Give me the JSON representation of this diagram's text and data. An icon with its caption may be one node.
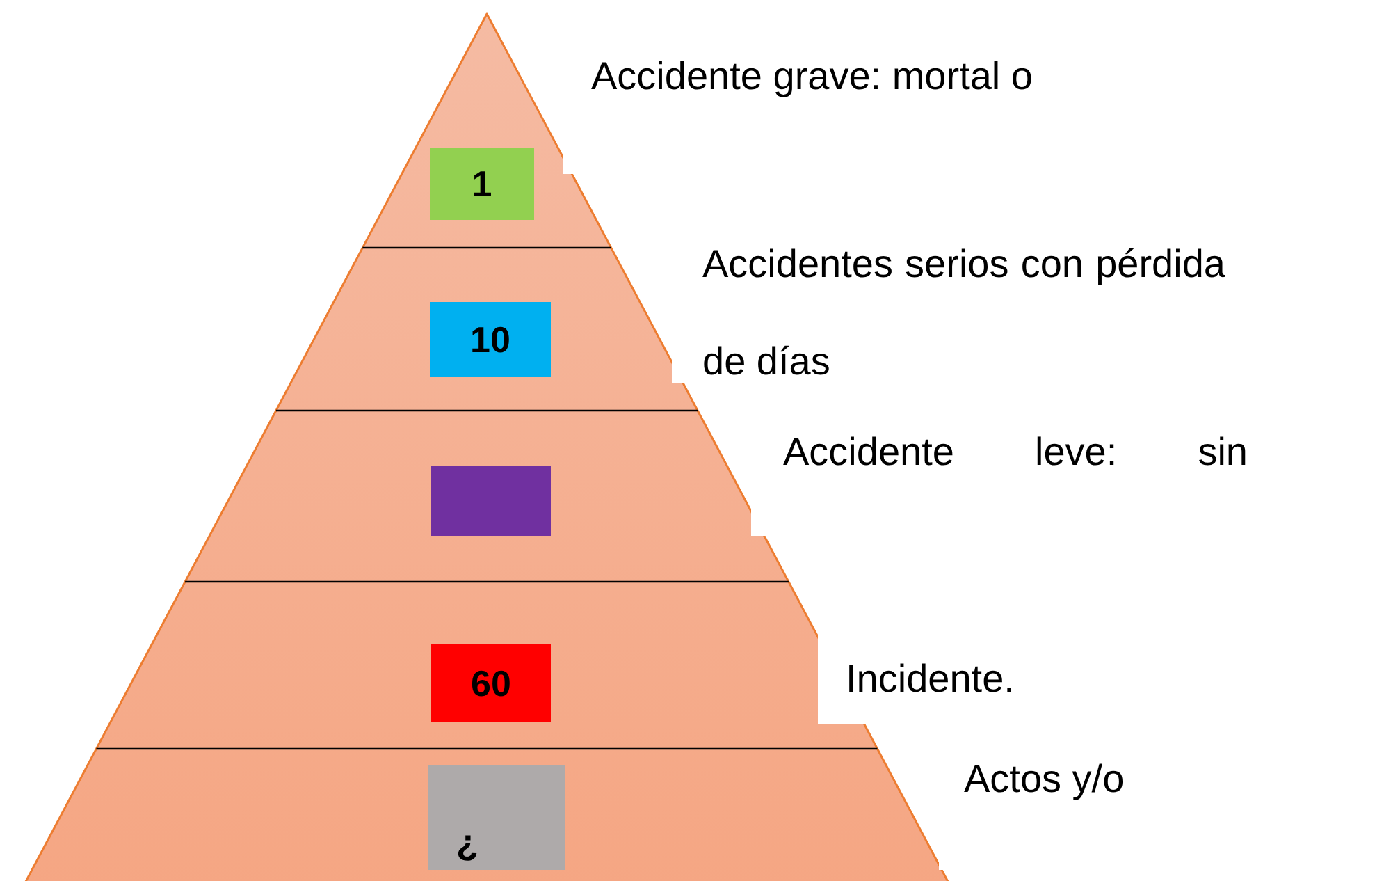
{
  "diagram": {
    "nodes": [
      {
        "text": [
          "1"
        ]
      },
      {
        "text": [
          "10"
        ]
      },
      {
        "text": [],
        "shape": "box"
      },
      {
        "text": [
          "60"
        ]
      },
      {
        "text": [
          "¿"
        ]
      }
    ],
    "labels": [
      "Accidente grave: mortal o",
      "Accidentes serios con pérdida de días",
      "Accidente leve: sin",
      "Incidente.",
      "Actos y/o"
    ]
  }
}
